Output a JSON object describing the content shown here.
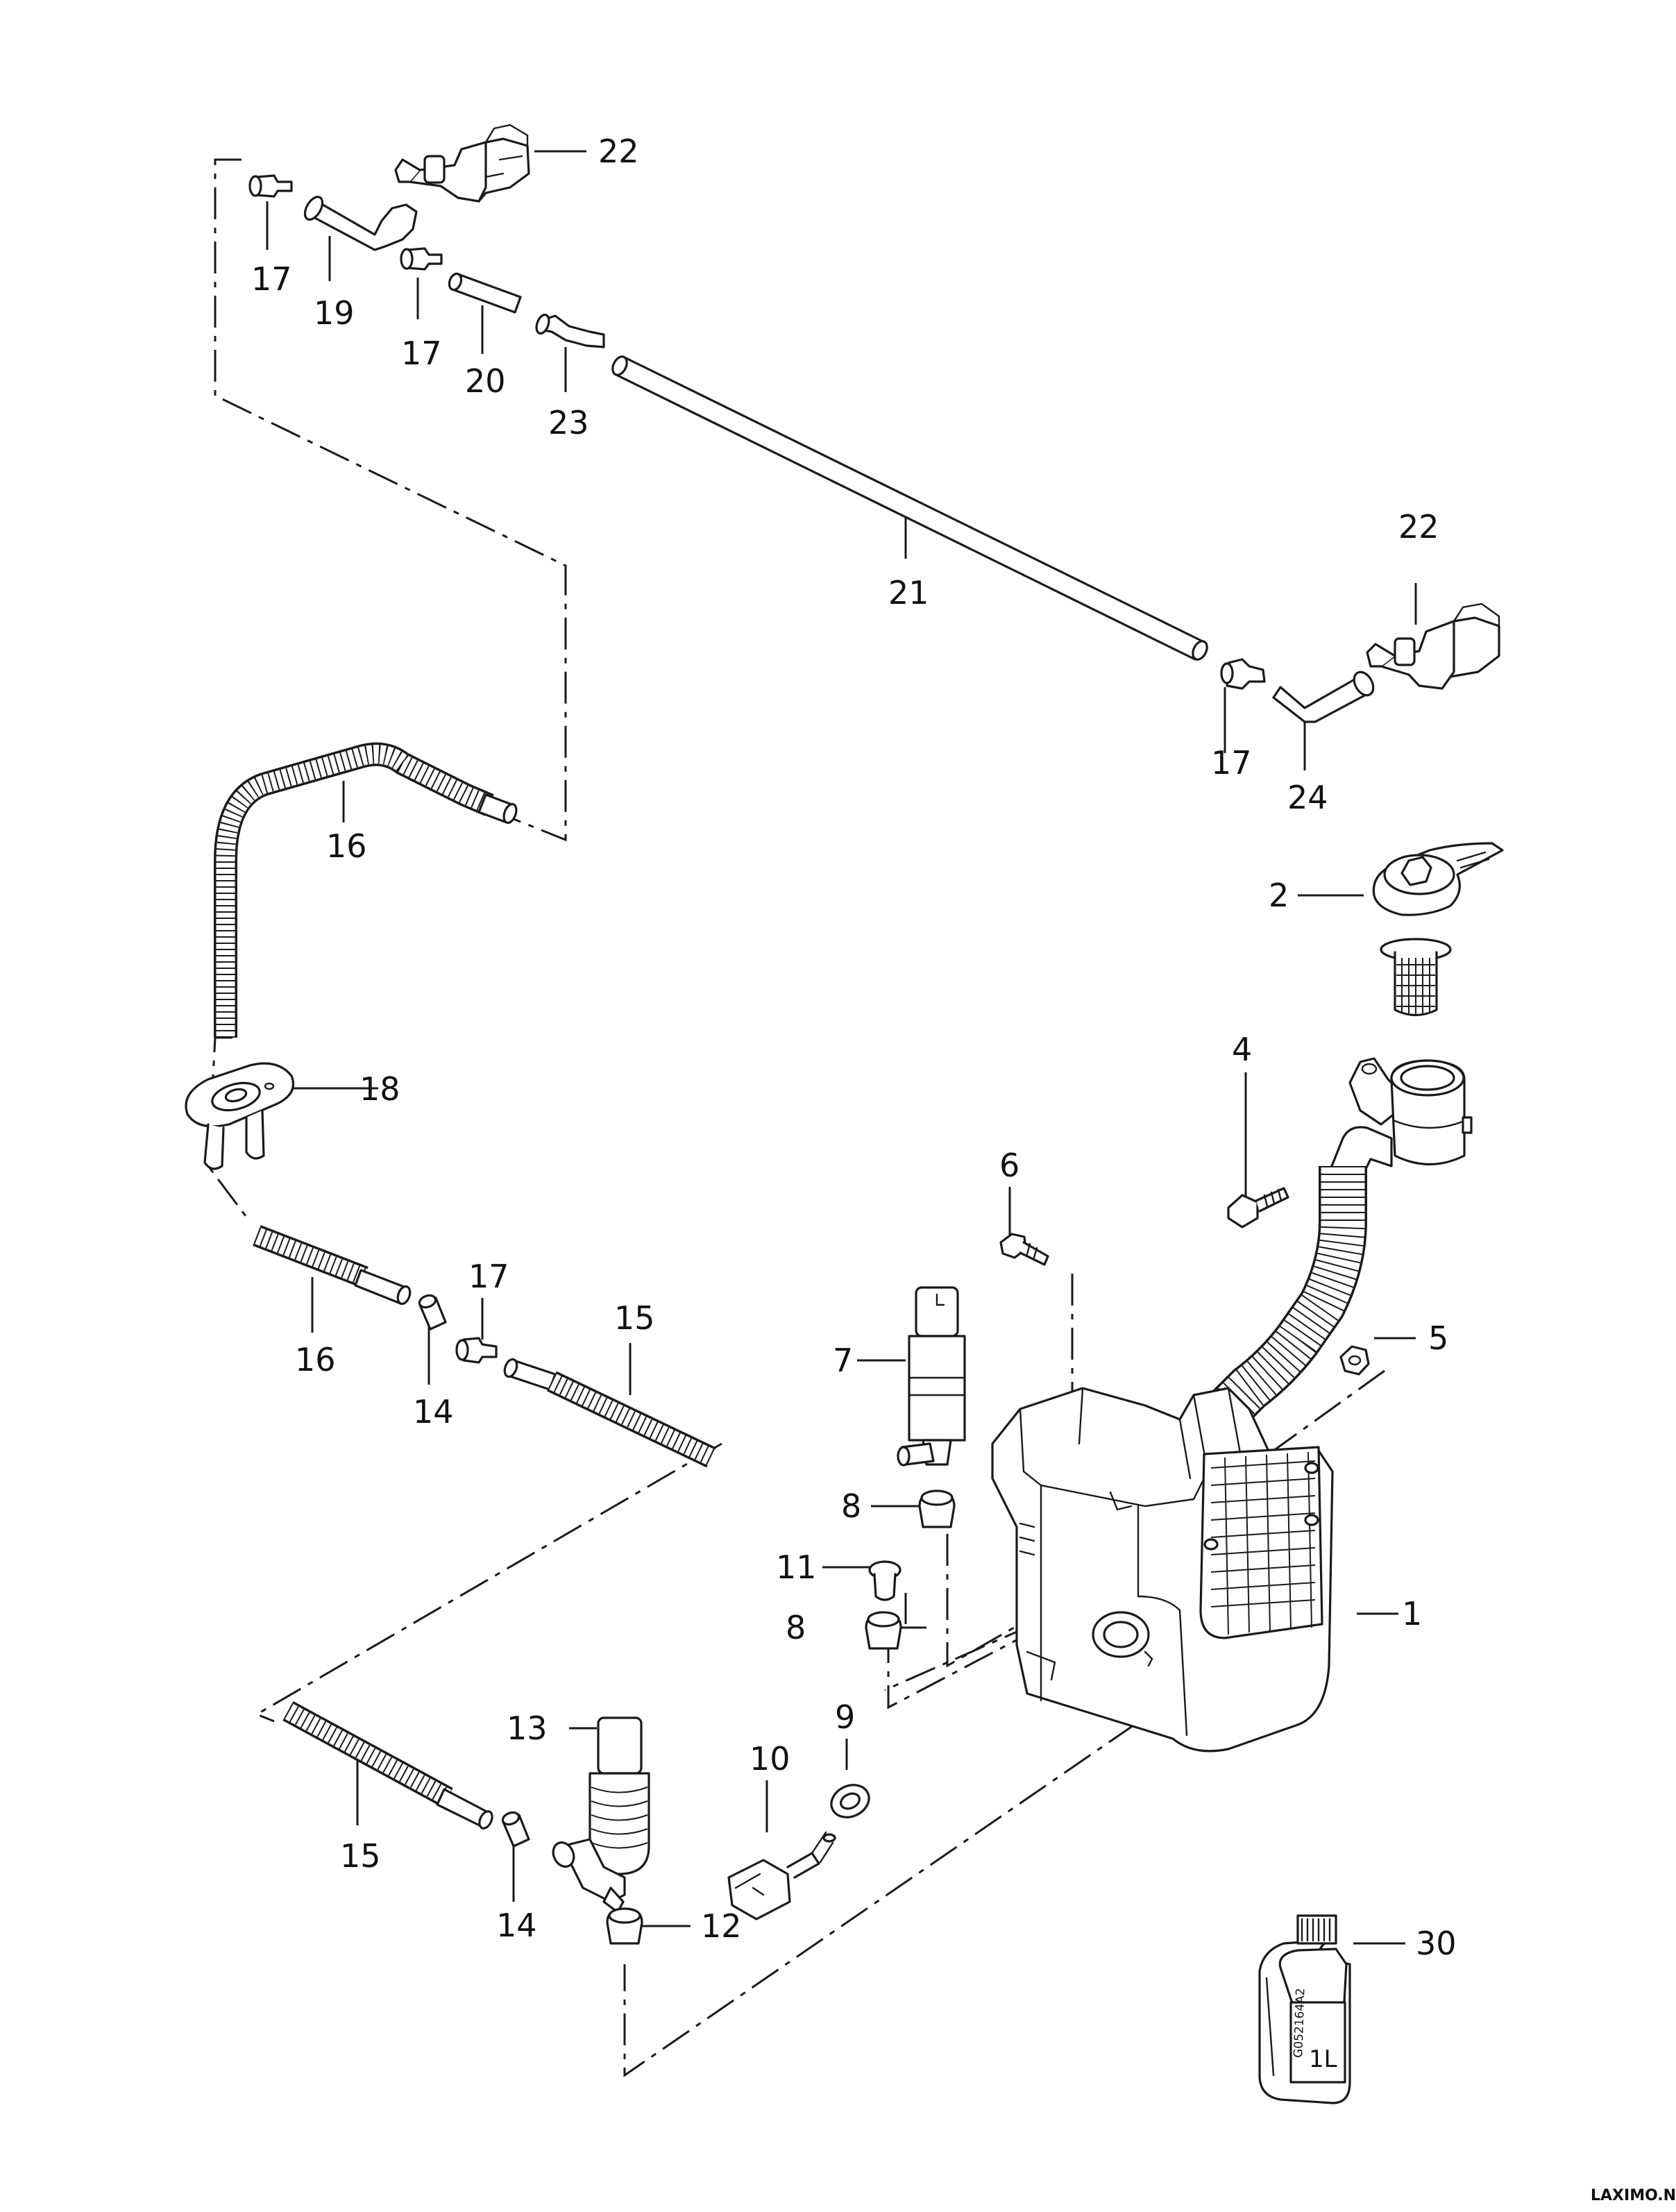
{
  "callouts": {
    "c1": "1",
    "c2": "2",
    "c4": "4",
    "c5": "5",
    "c6": "6",
    "c7": "7",
    "c8a": "8",
    "c8b": "8",
    "c9": "9",
    "c10": "10",
    "c11": "11",
    "c12": "12",
    "c13": "13",
    "c14a": "14",
    "c14b": "14",
    "c15a": "15",
    "c15b": "15",
    "c16a": "16",
    "c16b": "16",
    "c17a": "17",
    "c17b": "17",
    "c17c": "17",
    "c17d": "17",
    "c18": "18",
    "c19": "19",
    "c20": "20",
    "c21": "21",
    "c22a": "22",
    "c22b": "22",
    "c23": "23",
    "c24": "24",
    "c30": "30"
  },
  "bottle_label": {
    "code": "G052164A2",
    "volume": "1L"
  },
  "watermark": "LAXIMO.NET"
}
